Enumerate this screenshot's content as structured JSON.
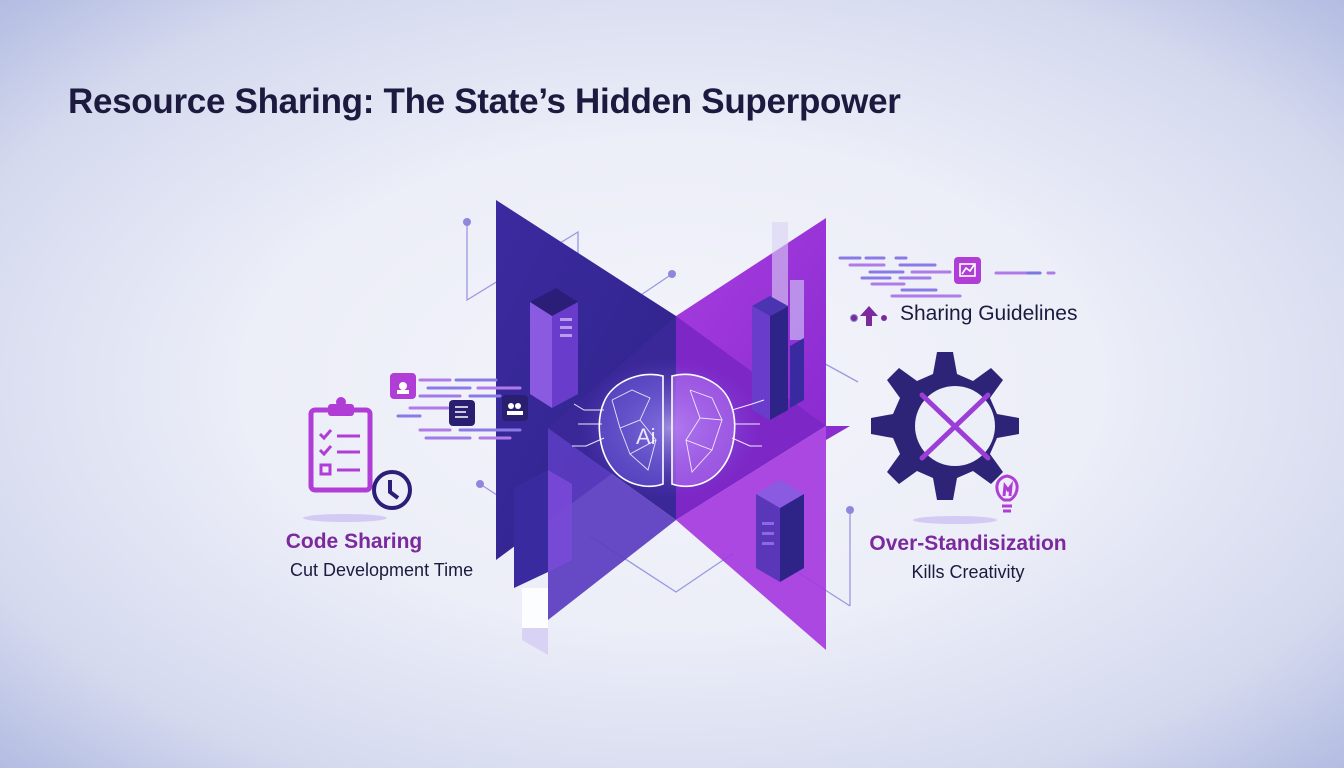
{
  "title": "Resource Sharing: The State’s Hidden Superpower",
  "center": {
    "brain_label": "Ai",
    "icon": "ai-brain-icon"
  },
  "left_panel": {
    "heading": "Code Sharing",
    "subtext": "Cut Development Time",
    "icons": [
      "clipboard-checklist-icon",
      "clock-refresh-icon",
      "cloud-upload-icon",
      "document-list-icon",
      "team-users-icon"
    ]
  },
  "right_top": {
    "label": "Sharing Guidelines",
    "icons": [
      "upload-arrow-icon",
      "chart-board-icon"
    ]
  },
  "right_panel": {
    "heading": "Over-Standisization",
    "subtext": "Kills Creativity",
    "icons": [
      "gear-cross-icon",
      "lightbulb-icon"
    ]
  },
  "colors": {
    "title": "#1c1a3e",
    "indigo": "#3a2a9e",
    "violet": "#9b2fd6",
    "accent_purple": "#7b2a9e",
    "background": "#eceef8"
  }
}
